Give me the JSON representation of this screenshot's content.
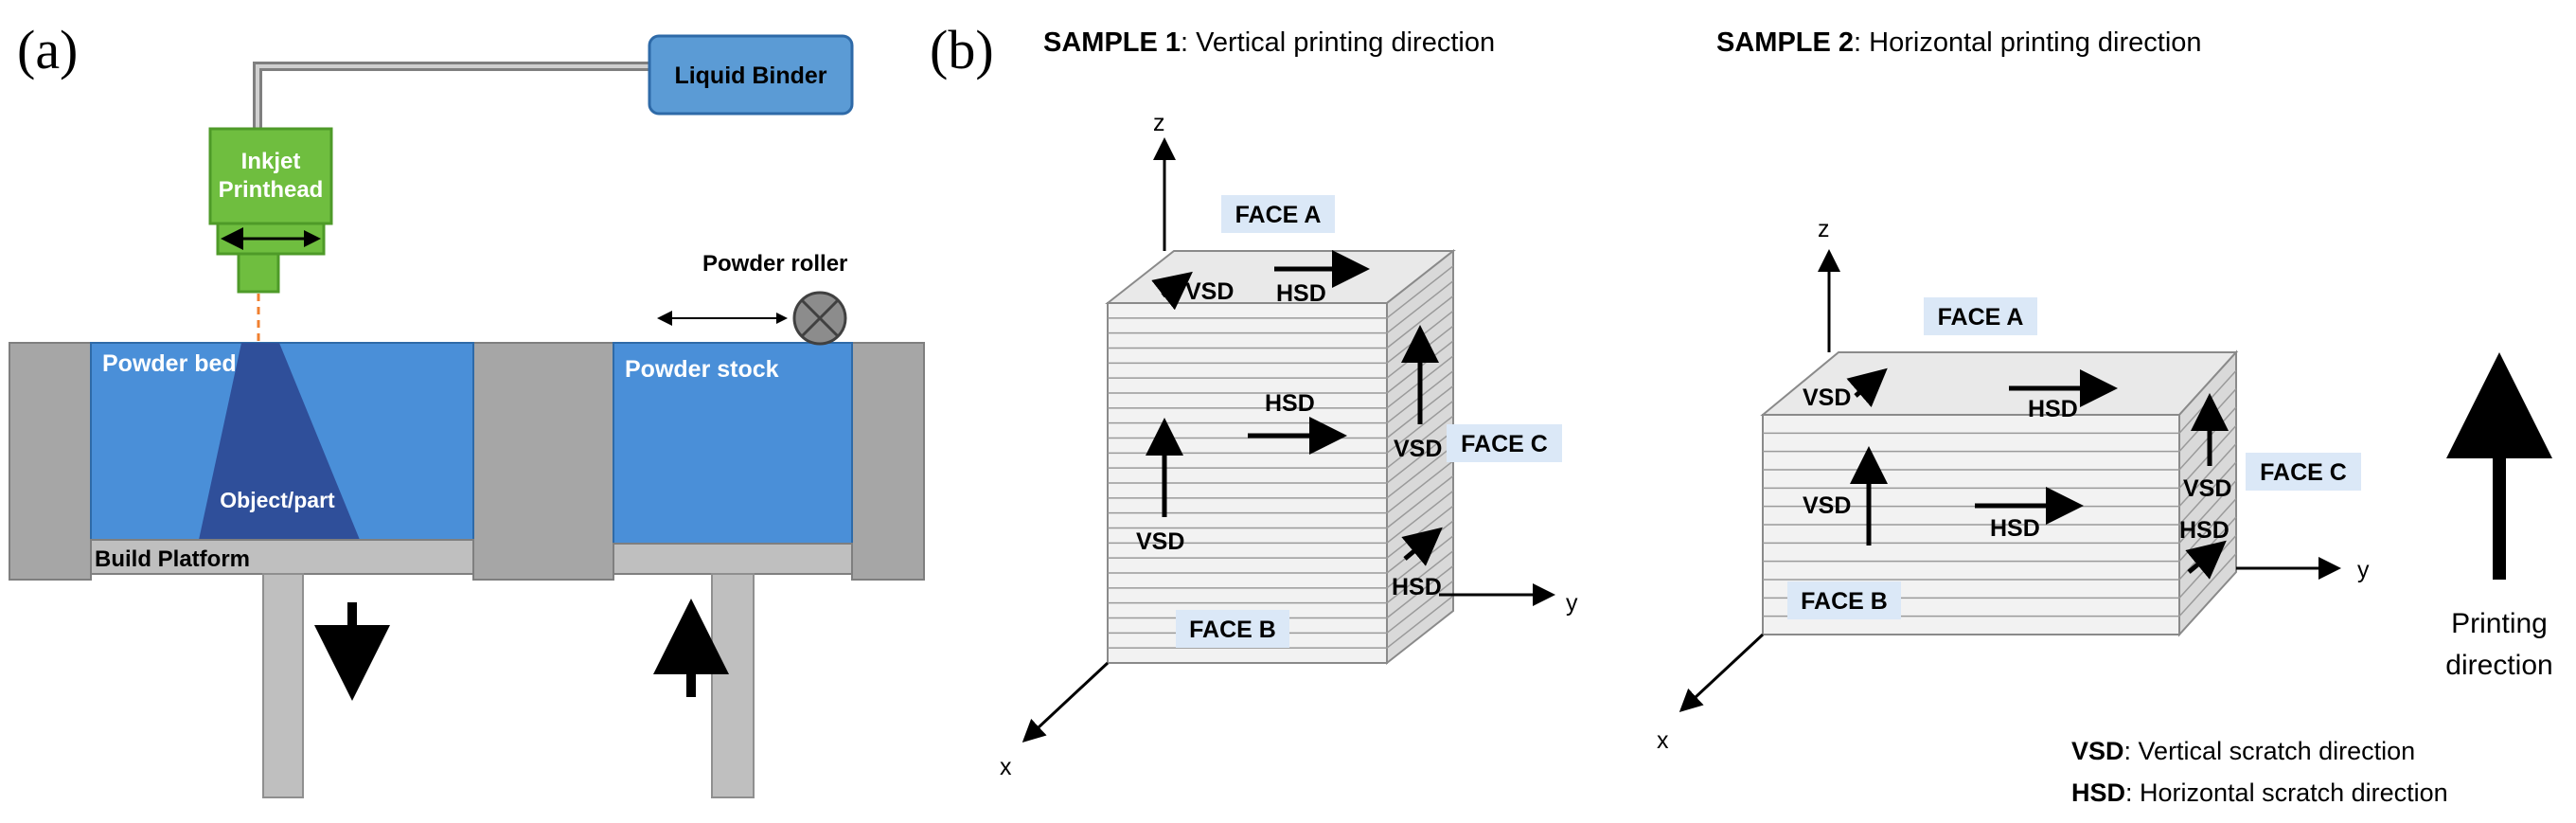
{
  "panel_a": {
    "label": "(a)",
    "liquid_binder": "Liquid Binder",
    "printhead_line1": "Inkjet",
    "printhead_line2": "Printhead",
    "powder_roller": "Powder roller",
    "powder_bed": "Powder bed",
    "powder_stock": "Powder  stock",
    "object_part": "Object/part",
    "build_platform": "Build Platform",
    "colors": {
      "printhead_green": "#6fbe3f",
      "binder_blue": "#5b9bd5",
      "powder_blue": "#4a8fd8",
      "object_navy": "#2f4f9a",
      "wall_gray": "#a6a6a6"
    }
  },
  "panel_b": {
    "label": "(b)",
    "sample1": {
      "title_bold": "SAMPLE 1",
      "title_rest": ": Vertical printing direction",
      "face_a": "FACE A",
      "face_b": "FACE B",
      "face_c": "FACE C",
      "vsd": "VSD",
      "hsd": "HSD",
      "axis_z": "z",
      "axis_y": "y",
      "axis_x": "x"
    },
    "sample2": {
      "title_bold": "SAMPLE 2",
      "title_rest": ": Horizontal printing direction",
      "face_a": "FACE A",
      "face_b": "FACE B",
      "face_c": "FACE C",
      "vsd": "VSD",
      "hsd": "HSD",
      "axis_z": "z",
      "axis_y": "y",
      "axis_x": "x"
    },
    "printing_direction_line1": "Printing",
    "printing_direction_line2": "direction",
    "legend": {
      "vsd_abbr": "VSD",
      "vsd_desc": ": Vertical scratch direction",
      "hsd_abbr": "HSD",
      "hsd_desc": ": Horizontal scratch direction"
    },
    "colors": {
      "face_label_bg": "#dbe8f7",
      "block_face": "#f2f2f2",
      "layer_line": "#9a9a9a"
    }
  }
}
